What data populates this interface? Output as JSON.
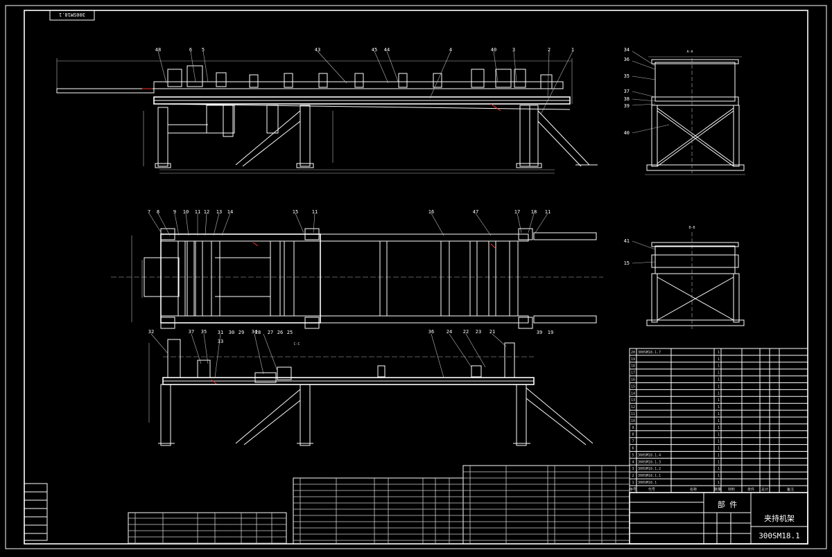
{
  "drawing": {
    "number": "300SM18.1",
    "number_rotated": "300SM18.1",
    "title": "夹持机架",
    "part_label": "部 件"
  },
  "views": {
    "section_aa": "A-A",
    "section_bb": "B-B",
    "section_cc": "C-C"
  },
  "balloons": {
    "front": [
      "48",
      "6",
      "5",
      "43",
      "45",
      "44",
      "4",
      "40",
      "3",
      "2",
      "1"
    ],
    "plan_top": [
      "7",
      "8",
      "9",
      "10",
      "11",
      "12",
      "13",
      "14",
      "15",
      "11",
      "16",
      "47",
      "17",
      "18",
      "11"
    ],
    "plan_bottom": [
      "31",
      "30",
      "29",
      "28",
      "27",
      "26",
      "25",
      "39",
      "19"
    ],
    "lower_top": [
      "32",
      "37",
      "35",
      "33",
      "34",
      "36",
      "24",
      "22",
      "23",
      "21"
    ],
    "side_aa": [
      "34",
      "36",
      "35",
      "37",
      "38",
      "39",
      "40"
    ],
    "side_bb": [
      "41",
      "15"
    ]
  },
  "bom_right": {
    "header": [
      "序号",
      "代号",
      "名称",
      "数量",
      "材料",
      "单件",
      "总计",
      "备注"
    ],
    "rows": [
      [
        "20",
        "300SM18.1.7",
        "",
        "1",
        "",
        "",
        "",
        ""
      ],
      [
        "19",
        "",
        "",
        "1",
        "",
        "",
        "",
        ""
      ],
      [
        "18",
        "",
        "",
        "1",
        "",
        "",
        "",
        ""
      ],
      [
        "17",
        "",
        "",
        "1",
        "",
        "",
        "",
        ""
      ],
      [
        "16",
        "",
        "",
        "1",
        "",
        "",
        "",
        ""
      ],
      [
        "15",
        "",
        "",
        "1",
        "",
        "",
        "",
        ""
      ],
      [
        "14",
        "",
        "",
        "1",
        "",
        "",
        "",
        ""
      ],
      [
        "13",
        "",
        "",
        "1",
        "",
        "",
        "",
        ""
      ],
      [
        "12",
        "",
        "",
        "1",
        "",
        "",
        "",
        ""
      ],
      [
        "11",
        "",
        "",
        "1",
        "",
        "",
        "",
        ""
      ],
      [
        "10",
        "",
        "",
        "1",
        "",
        "",
        "",
        ""
      ],
      [
        "9",
        "",
        "",
        "1",
        "",
        "",
        "",
        ""
      ],
      [
        "8",
        "",
        "",
        "1",
        "",
        "",
        "",
        ""
      ],
      [
        "7",
        "",
        "",
        "1",
        "",
        "",
        "",
        ""
      ],
      [
        "6",
        "",
        "",
        "1",
        "",
        "",
        "",
        ""
      ],
      [
        "5",
        "300SM18.1.4",
        "",
        "1",
        "",
        "",
        "",
        ""
      ],
      [
        "4",
        "300SM18.1.3",
        "",
        "1",
        "",
        "",
        "",
        ""
      ],
      [
        "3",
        "300SM18.1.2",
        "",
        "1",
        "",
        "",
        "",
        ""
      ],
      [
        "2",
        "300SM18.1.1",
        "",
        "1",
        "",
        "",
        "",
        ""
      ],
      [
        "1",
        "300SM18.1",
        "",
        "1",
        "",
        "",
        "",
        ""
      ]
    ]
  }
}
